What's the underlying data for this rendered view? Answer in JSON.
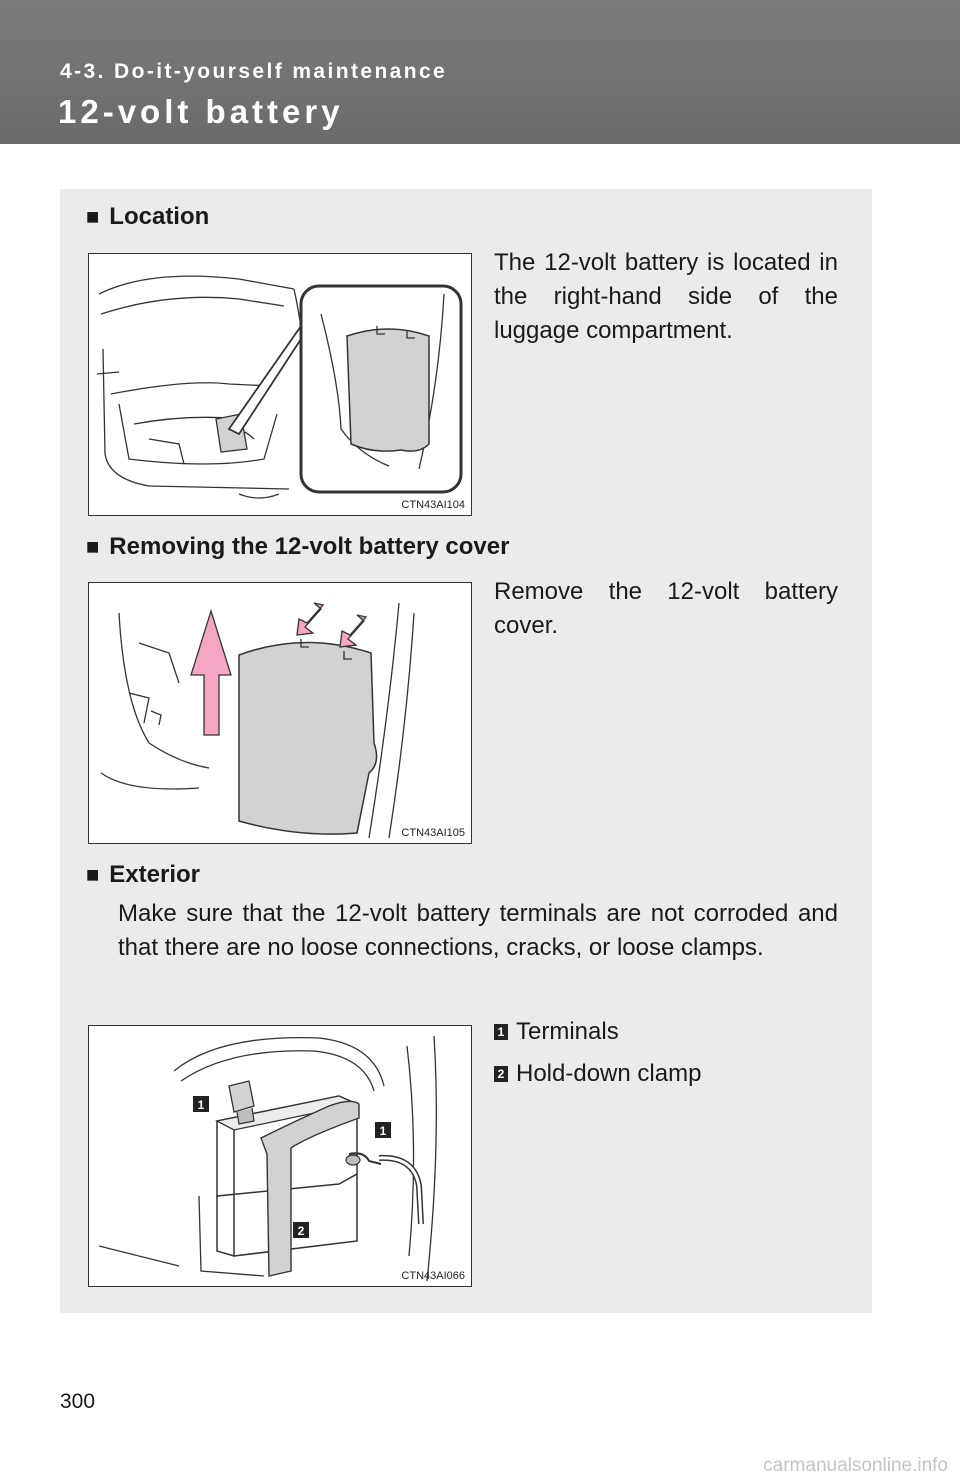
{
  "header": {
    "section": "4-3. Do-it-yourself maintenance",
    "title": "12-volt battery"
  },
  "sections": {
    "location": {
      "heading": "Location",
      "text": "The 12-volt battery is located in the right-hand side of the luggage compartment.",
      "figure_code": "CTN43AI104"
    },
    "removing_cover": {
      "heading": "Removing the 12-volt battery cover",
      "text": "Remove the 12-volt battery cover.",
      "figure_code": "CTN43AI105"
    },
    "exterior": {
      "heading": "Exterior",
      "text": "Make sure that the 12-volt battery terminals are not corroded and that there are no loose connections, cracks, or loose clamps.",
      "figure_code": "CTN43AI066",
      "legend": [
        {
          "number": "1",
          "label": "Terminals"
        },
        {
          "number": "2",
          "label": "Hold-down clamp"
        }
      ]
    }
  },
  "heading_marker": "■",
  "page_number": "300",
  "watermark": "carmanualsonline.info",
  "colors": {
    "header_bg": "#737373",
    "panel_bg": "#ebebeb",
    "arrow_pink": "#f4a6c4",
    "cover_gray": "#d2d2d2"
  }
}
